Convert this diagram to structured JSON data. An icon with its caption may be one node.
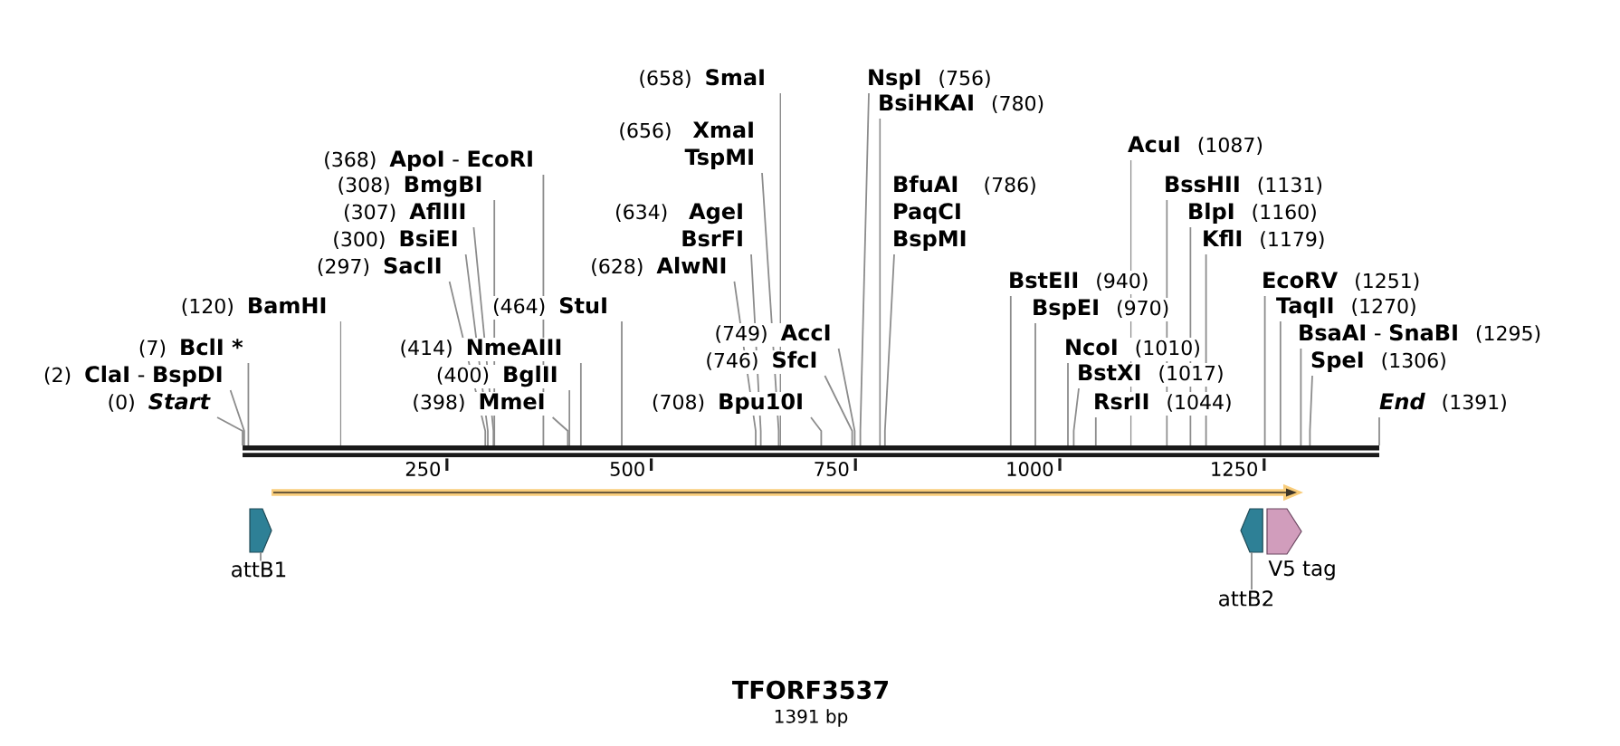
{
  "diagram": {
    "title": "TFORF3537",
    "caption": "1391 bp",
    "nodes": [
      {
        "text": [],
        "shape": "bar"
      },
      {
        "text": [
          "(658)",
          "SmaI"
        ]
      },
      {
        "text": [
          "NspI",
          "(756)"
        ]
      },
      {
        "text": [
          "BsiHKAI",
          "(780)"
        ]
      },
      {
        "text": [
          "(656)",
          "XmaI",
          "TspMI"
        ]
      },
      {
        "text": [
          "AcuI",
          "(1087)"
        ]
      },
      {
        "text": [
          "(368)",
          "**ApoI** - **EcoRI**"
        ]
      },
      {
        "text": [
          "(308)",
          "BmgBI"
        ]
      },
      {
        "text": [
          "BfuAI",
          "(786)",
          "PaqCI",
          "BspMI"
        ]
      },
      {
        "text": [
          "BssHII",
          "(1131)"
        ]
      },
      {
        "text": [
          "(307)",
          "AflIII"
        ]
      },
      {
        "text": [
          "BlpI",
          "(1160)"
        ]
      },
      {
        "text": [
          "(634)",
          "AgeI",
          "BsrFI"
        ]
      },
      {
        "text": [
          "(300)",
          "BsiEI"
        ]
      },
      {
        "text": [
          "KflI",
          "(1179)"
        ]
      },
      {
        "text": [
          "(297)",
          "SacII"
        ]
      },
      {
        "text": [
          "(628)",
          "AlwNI"
        ]
      },
      {
        "text": [
          "BstEII",
          "(940)"
        ]
      },
      {
        "text": [
          "EcoRV",
          "(1251)"
        ]
      },
      {
        "text": [
          "(120)",
          "BamHI"
        ]
      },
      {
        "text": [
          "(464)",
          "StuI"
        ]
      },
      {
        "text": [
          "TaqII",
          "(1270)"
        ]
      },
      {
        "text": [
          "BspEI",
          "(970)"
        ]
      },
      {
        "text": [
          "(749)",
          "AccI"
        ]
      },
      {
        "text": [
          "**BsaAI** - **SnaBI**",
          "(1295)"
        ]
      },
      {
        "text": [
          "(7)",
          "BclI *"
        ]
      },
      {
        "text": [
          "(414)",
          "NmeAIII"
        ]
      },
      {
        "text": [
          "NcoI",
          "(1010)"
        ]
      },
      {
        "text": [
          "(746)",
          "SfcI"
        ]
      },
      {
        "text": [
          "SpeI",
          "(1306)"
        ]
      },
      {
        "text": [
          "BstXI",
          "(1017)"
        ]
      },
      {
        "text": [
          "(2)",
          "**ClaI** - **BspDI**"
        ]
      },
      {
        "text": [
          "(400)",
          "BglII"
        ]
      },
      {
        "text": [
          "(0)",
          "Start"
        ]
      },
      {
        "text": [
          "(398)",
          "MmeI"
        ]
      },
      {
        "text": [
          "(708)",
          "Bpu10I"
        ]
      },
      {
        "text": [
          "RsrII",
          "(1044)"
        ]
      },
      {
        "text": [
          "End",
          "(1391)"
        ]
      },
      {
        "text": [],
        "shape": "arrow"
      },
      {
        "text": [],
        "shape": "arrow"
      },
      {
        "text": [],
        "shape": "arrow"
      },
      {
        "text": [],
        "shape": "arrow",
        "beside": [
          "V5 tag"
        ]
      },
      {
        "text": [
          "attB1"
        ]
      },
      {
        "text": [
          "attB2"
        ]
      }
    ],
    "edges": [
      {
        "from": 1,
        "to": 0,
        "arrow": "none"
      },
      {
        "from": 2,
        "to": 0,
        "arrow": "none"
      },
      {
        "from": 3,
        "to": 0,
        "arrow": "none"
      },
      {
        "from": 4,
        "to": 0,
        "arrow": "none"
      },
      {
        "from": 5,
        "to": 0,
        "arrow": "none"
      },
      {
        "from": 6,
        "to": 0,
        "arrow": "none"
      },
      {
        "from": 7,
        "to": 0,
        "arrow": "none"
      },
      {
        "from": 8,
        "to": 0,
        "arrow": "none"
      },
      {
        "from": 9,
        "to": 0,
        "arrow": "none"
      },
      {
        "from": 10,
        "to": 0,
        "arrow": "none"
      },
      {
        "from": 11,
        "to": 0,
        "arrow": "none"
      },
      {
        "from": 12,
        "to": 0,
        "arrow": "none"
      },
      {
        "from": 13,
        "to": 0,
        "arrow": "none"
      },
      {
        "from": 14,
        "to": 0,
        "arrow": "none"
      },
      {
        "from": 15,
        "to": 0,
        "arrow": "none"
      },
      {
        "from": 16,
        "to": 0,
        "arrow": "none"
      },
      {
        "from": 17,
        "to": 0,
        "arrow": "none"
      },
      {
        "from": 18,
        "to": 0,
        "arrow": "none"
      },
      {
        "from": 19,
        "to": 0,
        "arrow": "none"
      },
      {
        "from": 20,
        "to": 0,
        "arrow": "none"
      },
      {
        "from": 21,
        "to": 0,
        "arrow": "none"
      },
      {
        "from": 22,
        "to": 0,
        "arrow": "none"
      },
      {
        "from": 23,
        "to": 0,
        "arrow": "none"
      },
      {
        "from": 24,
        "to": 0,
        "arrow": "none"
      },
      {
        "from": 25,
        "to": 0,
        "arrow": "none"
      },
      {
        "from": 26,
        "to": 0,
        "arrow": "none"
      },
      {
        "from": 27,
        "to": 0,
        "arrow": "none"
      },
      {
        "from": 28,
        "to": 0,
        "arrow": "none"
      },
      {
        "from": 29,
        "to": 0,
        "arrow": "none"
      },
      {
        "from": 30,
        "to": 0,
        "arrow": "none"
      },
      {
        "from": 31,
        "to": 0,
        "arrow": "none"
      },
      {
        "from": 32,
        "to": 0,
        "arrow": "none"
      },
      {
        "from": 33,
        "to": 0,
        "arrow": "none"
      },
      {
        "from": 34,
        "to": 0,
        "arrow": "none"
      },
      {
        "from": 35,
        "to": 0,
        "arrow": "none"
      },
      {
        "from": 36,
        "to": 0,
        "arrow": "none"
      },
      {
        "from": 37,
        "to": 0,
        "arrow": "none"
      },
      {
        "from": 42,
        "to": 39,
        "arrow": "none"
      },
      {
        "from": 43,
        "to": 40,
        "arrow": "none"
      }
    ],
    "labels": [
      "250",
      "500",
      "750",
      "1000",
      "1250"
    ]
  }
}
